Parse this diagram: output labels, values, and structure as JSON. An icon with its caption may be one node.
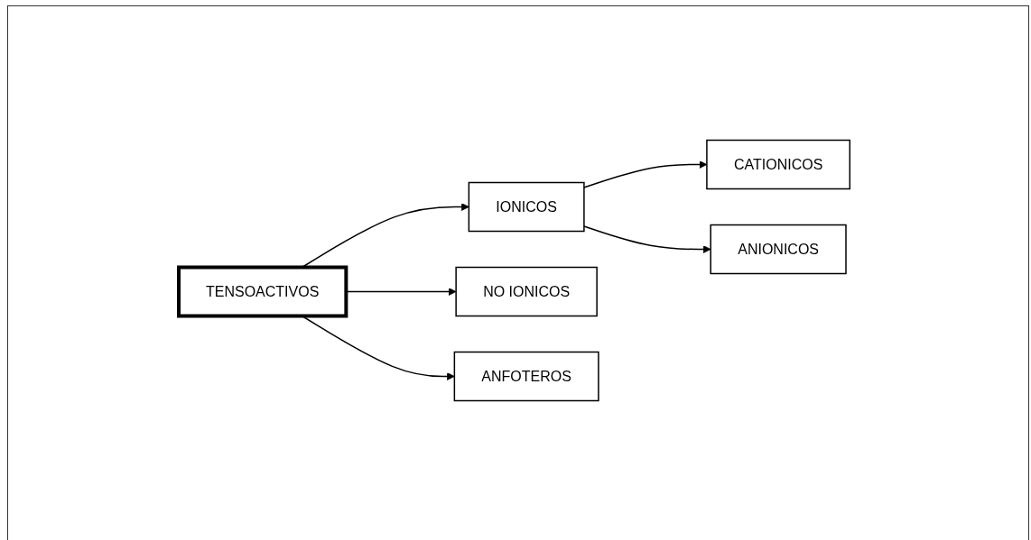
{
  "diagram": {
    "nodes": [
      {
        "text": [
          "TENSOACTIVOS"
        ]
      },
      {
        "text": [
          "IONICOS"
        ]
      },
      {
        "text": [
          "NO IONICOS"
        ]
      },
      {
        "text": [
          "ANFOTEROS"
        ]
      },
      {
        "text": [
          "CATIONICOS"
        ]
      },
      {
        "text": [
          "ANIONICOS"
        ]
      }
    ],
    "edges": [
      {
        "from": 0,
        "to": 1,
        "arrow": "to"
      },
      {
        "from": 0,
        "to": 2,
        "arrow": "to"
      },
      {
        "from": 0,
        "to": 3,
        "arrow": "to"
      },
      {
        "from": 1,
        "to": 4,
        "arrow": "to"
      },
      {
        "from": 1,
        "to": 5,
        "arrow": "to"
      }
    ]
  }
}
